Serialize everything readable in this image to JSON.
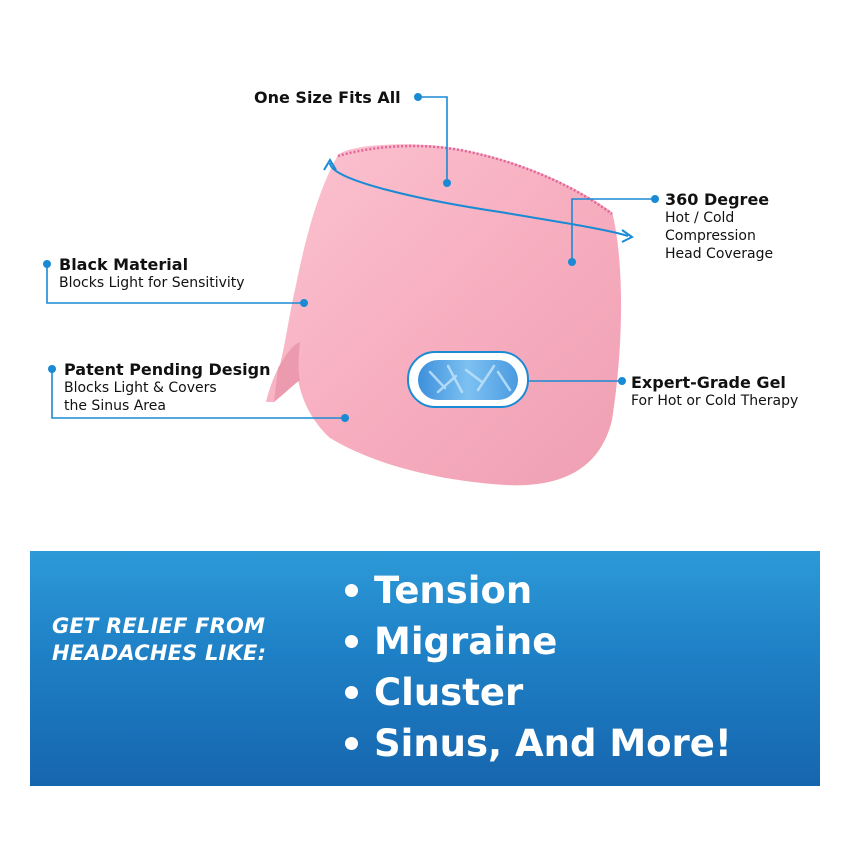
{
  "callouts": {
    "one_size": {
      "title": "One Size Fits All"
    },
    "degree": {
      "title": "360 Degree",
      "lines": [
        "Hot / Cold",
        "Compression",
        "Head Coverage"
      ]
    },
    "black_material": {
      "title": "Black Material",
      "lines": [
        "Blocks Light for Sensitivity"
      ]
    },
    "patent": {
      "title": "Patent Pending Design",
      "lines": [
        "Blocks Light & Covers",
        "the Sinus Area"
      ]
    },
    "gel": {
      "title": "Expert-Grade Gel",
      "lines": [
        "For Hot or Cold Therapy"
      ]
    }
  },
  "banner": {
    "heading_lines": [
      "GET RELIEF FROM",
      "HEADACHES LIKE:"
    ],
    "bullets": [
      "Tension",
      "Migraine",
      "Cluster",
      "Sinus, And More!"
    ]
  },
  "colors": {
    "mask_pink": "#f7afc0",
    "leader_blue": "#1a8ad4",
    "banner_blue": "#1e7fc5",
    "gel_blue": "#5aa8e8"
  },
  "icons": [
    "callout-dot-icon",
    "rotation-arrow-icon",
    "gel-crystals-icon"
  ]
}
